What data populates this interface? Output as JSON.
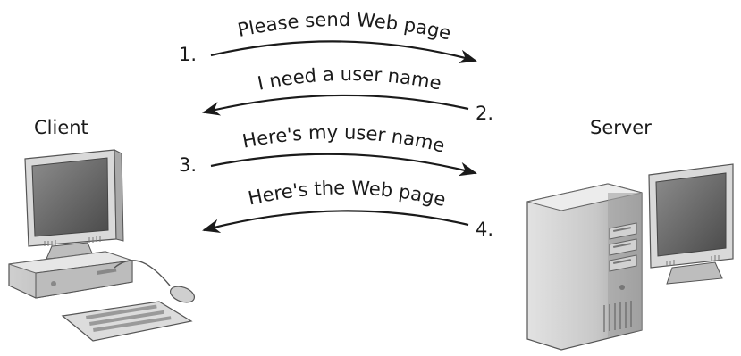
{
  "nodes": {
    "client": {
      "label": "Client"
    },
    "server": {
      "label": "Server"
    }
  },
  "messages": [
    {
      "number": "1.",
      "text": "Please send Web page",
      "direction": "client-to-server"
    },
    {
      "number": "2.",
      "text": "I need a user name",
      "direction": "server-to-client"
    },
    {
      "number": "3.",
      "text": "Here's my user name",
      "direction": "client-to-server"
    },
    {
      "number": "4.",
      "text": "Here's the Web page",
      "direction": "server-to-client"
    }
  ],
  "colors": {
    "ink": "#1a1a1a",
    "case_light": "#e4e4e4",
    "case_mid": "#bdbdbd",
    "case_dark": "#8a8a8a",
    "screen": "#6e6e6e"
  }
}
